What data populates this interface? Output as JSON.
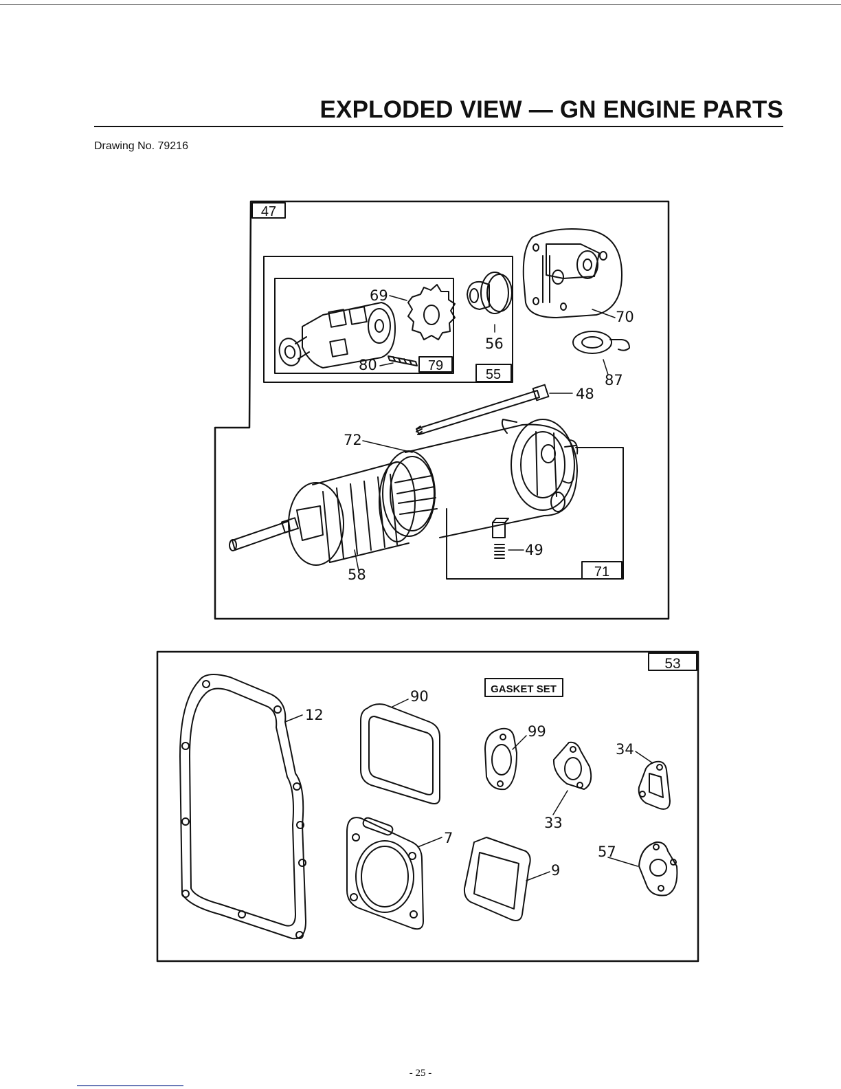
{
  "header": {
    "title": "EXPLODED VIEW — GN ENGINE PARTS",
    "drawing_no": "Drawing No. 79216"
  },
  "footer": {
    "page": "- 25 -"
  },
  "starter_section": {
    "box_labels": {
      "assembly": "47",
      "drive_assembly": "55",
      "drive_kit": "79",
      "brush_assembly": "71"
    },
    "refs": {
      "r69": "69",
      "r80": "80",
      "r56": "56",
      "r70": "70",
      "r87": "87",
      "r48": "48",
      "r72": "72",
      "r58": "58",
      "r49": "49"
    }
  },
  "gasket_section": {
    "box_label": "53",
    "gasket_set_label": "GASKET SET",
    "refs": {
      "r12": "12",
      "r90": "90",
      "r99": "99",
      "r34": "34",
      "r33": "33",
      "r7": "7",
      "r57": "57",
      "r9": "9"
    }
  }
}
